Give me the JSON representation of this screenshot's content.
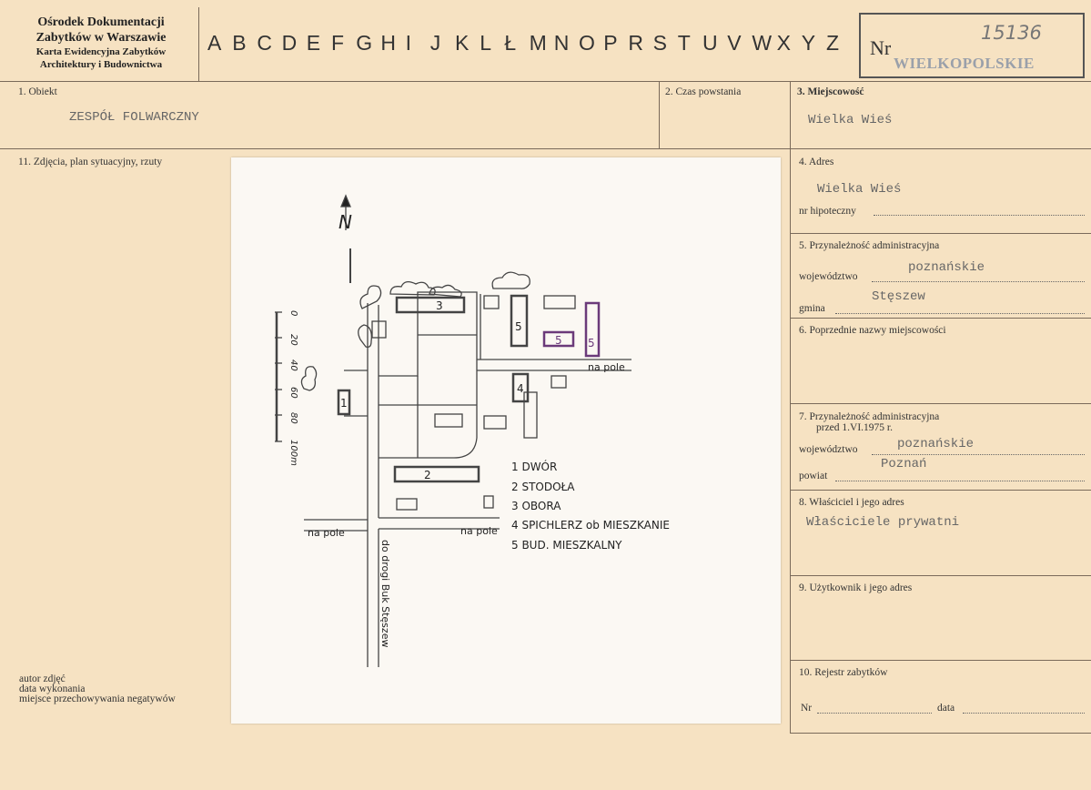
{
  "header": {
    "institution_line1": "Ośrodek Dokumentacji",
    "institution_line2": "Zabytków w Warszawie",
    "institution_line3": "Karta Ewidencyjna Zabytków",
    "institution_line4": "Architektury i Budownictwa",
    "alphabet": [
      "A",
      "B",
      "C",
      "D",
      "E",
      "F",
      "G",
      "H",
      "I",
      "J",
      "K",
      "L",
      "Ł",
      "M",
      "N",
      "O",
      "P",
      "R",
      "S",
      "T",
      "U",
      "V",
      "W",
      "X",
      "Y",
      "Z"
    ],
    "nr_label": "Nr",
    "nr_value": "15136",
    "region_stamp": "WIELKOPOLSKIE"
  },
  "fields": {
    "obiekt_label": "1. Obiekt",
    "obiekt_value": "ZESPÓŁ FOLWARCZNY",
    "czas_label": "2. Czas powstania",
    "miejscowosc_label": "3. Miejscowość",
    "miejscowosc_value": "Wielka Wieś",
    "zdjecia_label": "11. Zdjęcia, plan sytuacyjny, rzuty",
    "adres_label": "4. Adres",
    "adres_value": "Wielka Wieś",
    "hipoteczny_label": "nr hipoteczny",
    "przynaleznosc_label": "5. Przynależność administracyjna",
    "wojewodztwo_label": "województwo",
    "wojewodztwo_value": "poznańskie",
    "gmina_label": "gmina",
    "gmina_value": "Stęszew",
    "poprzednie_label": "6. Poprzednie nazwy miejscowości",
    "przynaleznosc1975_label1": "7. Przynależność administracyjna",
    "przynaleznosc1975_label2": "przed 1.VI.1975 r.",
    "wojewodztwo1975_label": "województwo",
    "wojewodztwo1975_value": "poznańskie",
    "powiat_label": "powiat",
    "powiat_value": "Poznań",
    "wlasciciel_label": "8. Właściciel i jego adres",
    "wlasciciel_value": "Właściciele prywatni",
    "uzytkownik_label": "9. Użytkownik i jego adres",
    "rejestr_label": "10. Rejestr zabytków",
    "rejestr_nr_label": "Nr",
    "rejestr_data_label": "data",
    "autor_label": "autor zdjęć",
    "data_wykonania_label": "data wykonania",
    "miejsce_label": "miejsce przechowywania negatywów"
  },
  "plan": {
    "north": "N",
    "scale_ticks": [
      "0",
      "20",
      "40",
      "60",
      "80",
      "100m"
    ],
    "legend": [
      "1 DWÓR",
      "2 STODOŁA",
      "3 OBORA",
      "4 SPICHLERZ ob MIESZKANIE",
      "5 BUD. MIESZKALNY"
    ],
    "building_numbers": [
      "1",
      "2",
      "3",
      "4",
      "5",
      "5",
      "5"
    ],
    "label_na_pole_1": "na pole",
    "label_na_pole_2": "na pole",
    "label_na_pole_3": "na pole",
    "road_label": "do drogi Buk Stęszew"
  }
}
